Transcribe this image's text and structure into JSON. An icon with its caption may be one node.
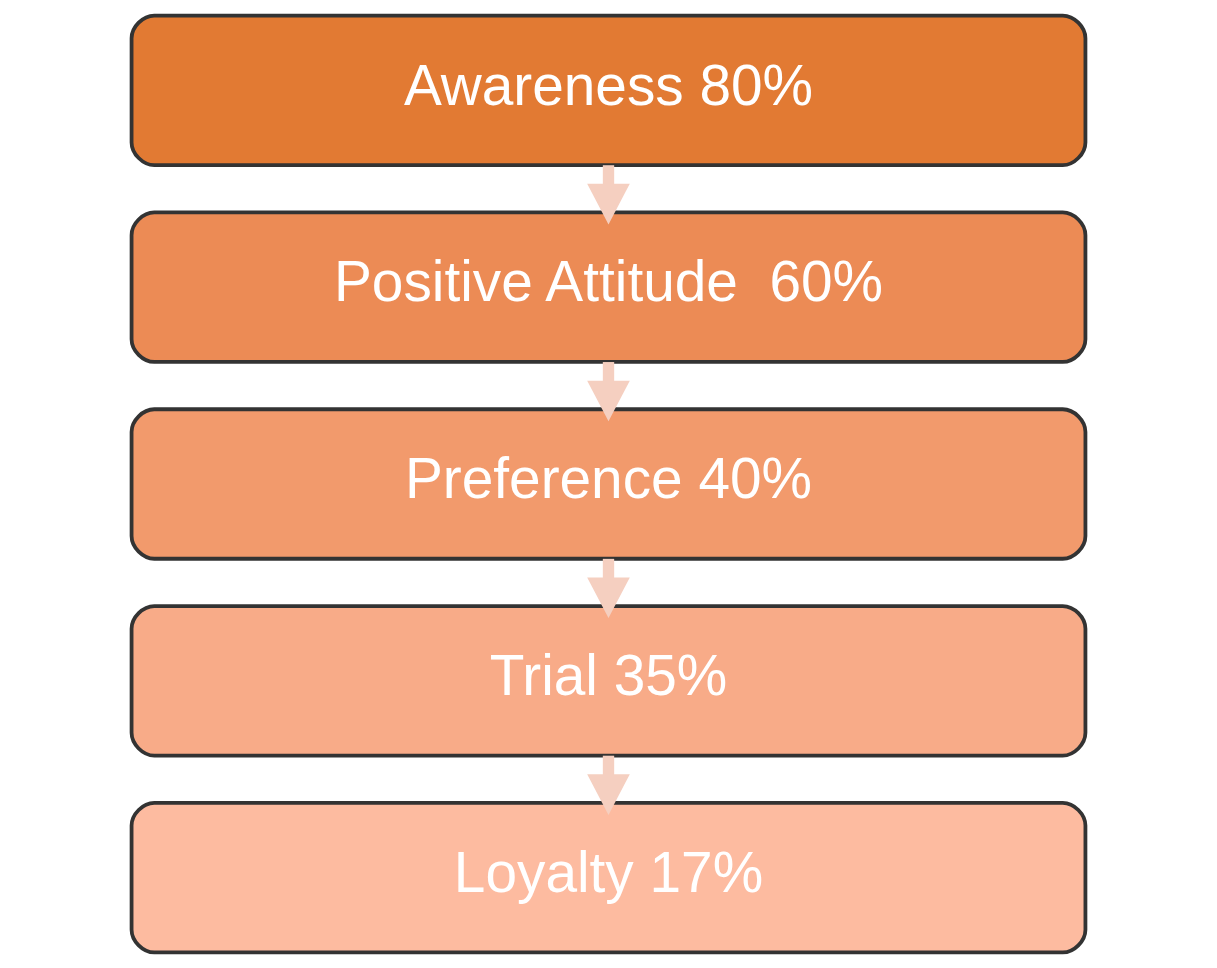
{
  "diagram": {
    "nodes": [
      {
        "text": [
          "Awareness 80%"
        ]
      },
      {
        "text": [
          "Positive Attitude  60%"
        ]
      },
      {
        "text": [
          "Preference 40%"
        ]
      },
      {
        "text": [
          "Trial 35%"
        ]
      },
      {
        "text": [
          "Loyalty 17%"
        ]
      }
    ],
    "edges": [
      {
        "from": 0,
        "to": 1,
        "arrow": "to"
      },
      {
        "from": 1,
        "to": 2,
        "arrow": "to"
      },
      {
        "from": 2,
        "to": 3,
        "arrow": "to"
      },
      {
        "from": 3,
        "to": 4,
        "arrow": "to"
      }
    ]
  }
}
